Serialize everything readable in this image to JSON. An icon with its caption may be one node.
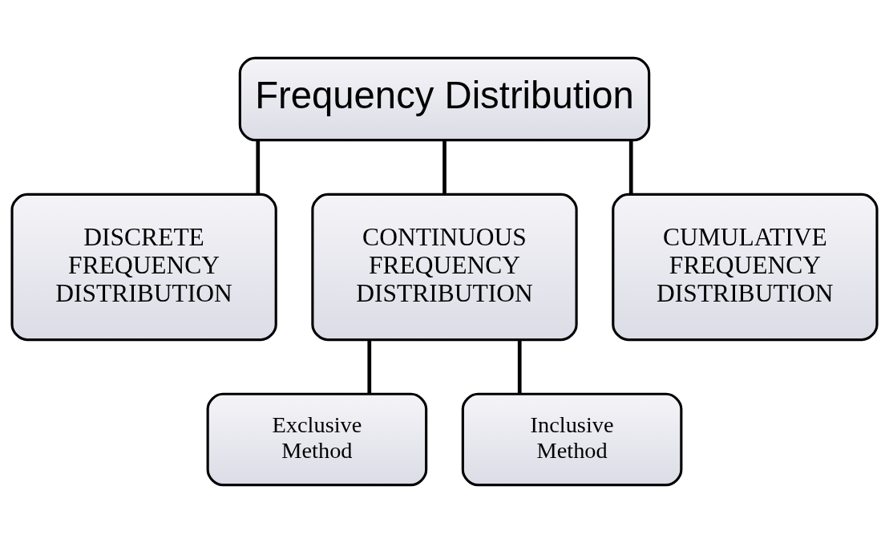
{
  "diagram": {
    "nodes": [
      {
        "text": [
          "Frequency Distribution"
        ]
      },
      {
        "text": [
          "DISCRETE FREQUENCY DISTRIBUTION"
        ]
      },
      {
        "text": [
          "CONTINUOUS FREQUENCY DISTRIBUTION"
        ]
      },
      {
        "text": [
          "CUMULATIVE FREQUENCY DISTRIBUTION"
        ]
      },
      {
        "text": [
          "Exclusive Method"
        ]
      },
      {
        "text": [
          "Inclusive Method"
        ]
      }
    ],
    "edges": [
      {
        "from": 0,
        "to": 1,
        "arrow": "none"
      },
      {
        "from": 0,
        "to": 2,
        "arrow": "none"
      },
      {
        "from": 0,
        "to": 3,
        "arrow": "none"
      },
      {
        "from": 2,
        "to": 4,
        "arrow": "none"
      },
      {
        "from": 2,
        "to": 5,
        "arrow": "none"
      }
    ]
  }
}
